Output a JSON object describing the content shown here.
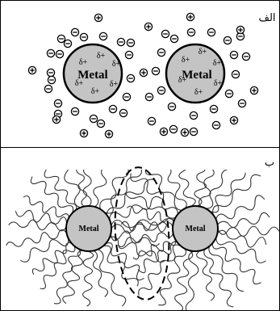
{
  "panel_a": {
    "label": "الف",
    "metal_label": "Metal",
    "partial_charge": "δ+",
    "positive_ion": "+",
    "negative_ion": "−"
  },
  "panel_b": {
    "label": "ب",
    "metal_label": "Metal"
  },
  "colors": {
    "metal_fill": "#c4c4c4",
    "line": "#000000",
    "background": "#ffffff"
  }
}
